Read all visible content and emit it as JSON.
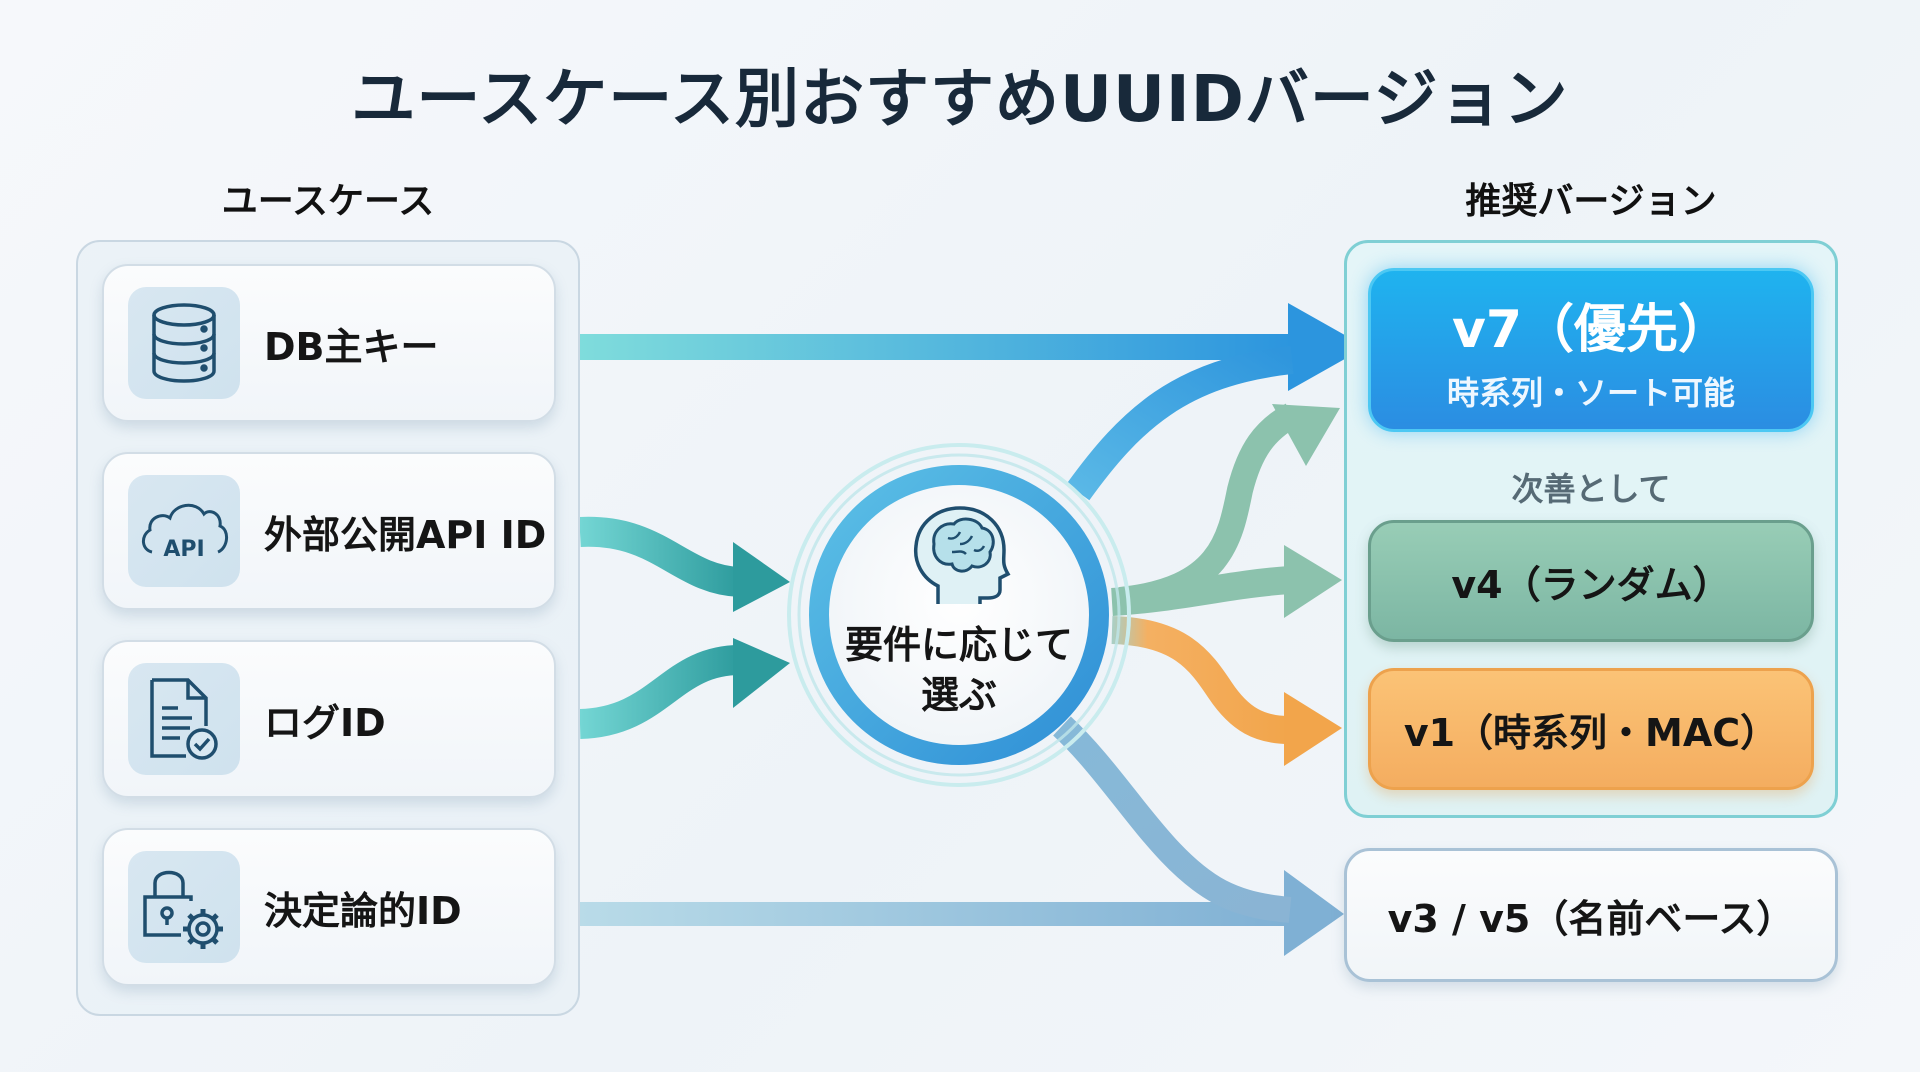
{
  "title": "ユースケース別おすすめUUIDバージョン",
  "left_column": {
    "heading": "ユースケース",
    "items": [
      {
        "label": "DB主キー",
        "icon": "database-icon"
      },
      {
        "label": "外部公開API ID",
        "icon": "cloud-api-icon",
        "icon_text": "API"
      },
      {
        "label": "ログID",
        "icon": "document-check-icon"
      },
      {
        "label": "決定論的ID",
        "icon": "lock-gear-icon"
      }
    ]
  },
  "center": {
    "label_line1": "要件に応じて",
    "label_line2": "選ぶ",
    "icon": "brain-head-icon"
  },
  "right_column": {
    "heading": "推奨バージョン",
    "primary": {
      "label": "v7（優先）",
      "sublabel": "時系列・ソート可能",
      "color": "#2196e6"
    },
    "secondary_caption": "次善として",
    "secondary": [
      {
        "label": "v4（ランダム）",
        "color": "#8cc2ad"
      },
      {
        "label": "v1（時系列・MAC）",
        "color": "#f7b769"
      }
    ],
    "other": {
      "label": "v3 / v5（名前ベース）",
      "color": "#ffffff"
    }
  },
  "flows": [
    {
      "from": "DB主キー",
      "to": "v7（優先）",
      "color": "#3aa0e0"
    },
    {
      "from": "外部公開API ID",
      "to": "要件に応じて選ぶ",
      "color": "#3aa9ab"
    },
    {
      "from": "ログID",
      "to": "要件に応じて選ぶ",
      "color": "#3aa9ab"
    },
    {
      "from": "要件に応じて選ぶ",
      "to": "v7（優先）",
      "color": "#3aa0e0"
    },
    {
      "from": "要件に応じて選ぶ",
      "to": "v7（優先）",
      "color": "#8cc2ad"
    },
    {
      "from": "要件に応じて選ぶ",
      "to": "v4（ランダム）",
      "color": "#8cc2ad"
    },
    {
      "from": "要件に応じて選ぶ",
      "to": "v1（時系列・MAC）",
      "color": "#f2aa55"
    },
    {
      "from": "要件に応じて選ぶ",
      "to": "v3 / v5（名前ベース）",
      "color": "#86b2d4"
    },
    {
      "from": "決定論的ID",
      "to": "v3 / v5（名前ベース）",
      "color": "#86b2d4"
    }
  ]
}
